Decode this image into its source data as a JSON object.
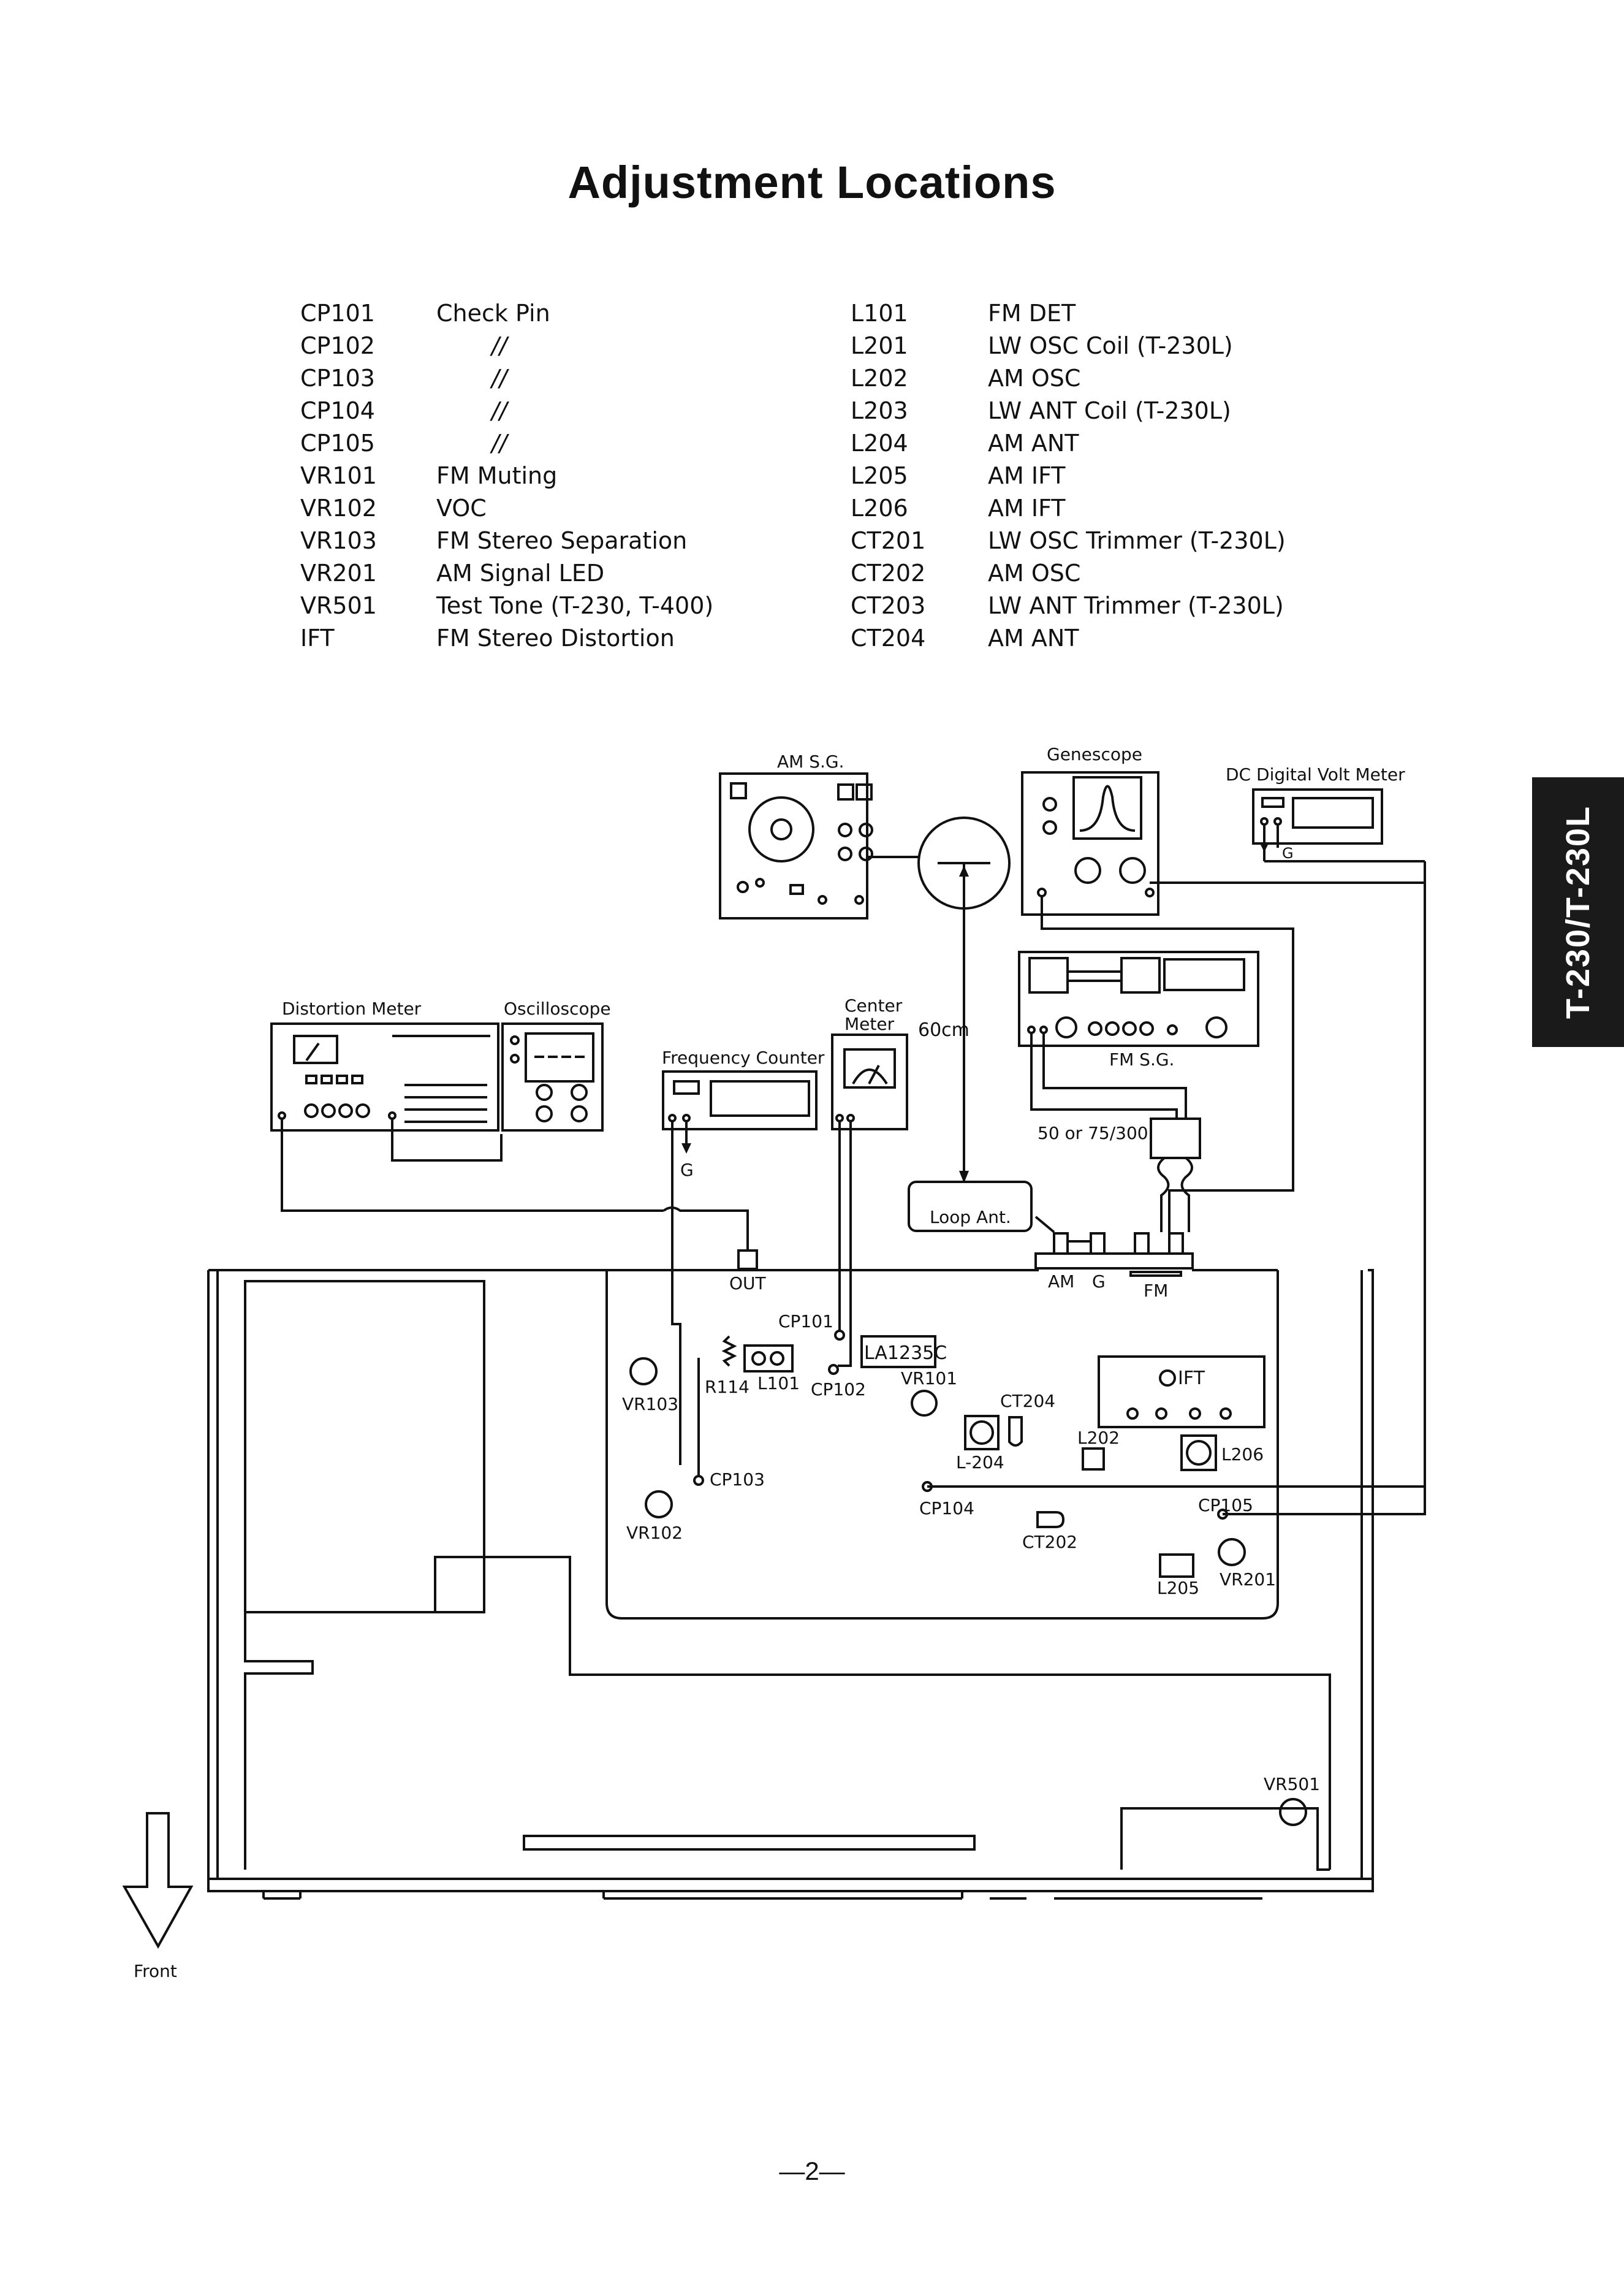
{
  "title": "Adjustment Locations",
  "left_table": [
    {
      "code": "CP101",
      "desc": "Check Pin"
    },
    {
      "code": "CP102",
      "desc": "//"
    },
    {
      "code": "CP103",
      "desc": "//"
    },
    {
      "code": "CP104",
      "desc": "//"
    },
    {
      "code": "CP105",
      "desc": "//"
    },
    {
      "code": "VR101",
      "desc": "FM Muting"
    },
    {
      "code": "VR102",
      "desc": "VOC"
    },
    {
      "code": "VR103",
      "desc": "FM Stereo Separation"
    },
    {
      "code": "VR201",
      "desc": "AM Signal LED"
    },
    {
      "code": "VR501",
      "desc": "Test Tone (T-230, T-400)"
    },
    {
      "code": "IFT",
      "desc": "FM Stereo Distortion"
    }
  ],
  "right_table": [
    {
      "code": "L101",
      "desc": "FM DET"
    },
    {
      "code": "L201",
      "desc": "LW OSC Coil (T-230L)"
    },
    {
      "code": "L202",
      "desc": "AM OSC"
    },
    {
      "code": "L203",
      "desc": "LW ANT Coil (T-230L)"
    },
    {
      "code": "L204",
      "desc": "AM ANT"
    },
    {
      "code": "L205",
      "desc": "AM IFT"
    },
    {
      "code": "L206",
      "desc": "AM IFT"
    },
    {
      "code": "CT201",
      "desc": "LW OSC Trimmer (T-230L)"
    },
    {
      "code": "CT202",
      "desc": "AM OSC"
    },
    {
      "code": "CT203",
      "desc": "LW ANT Trimmer (T-230L)"
    },
    {
      "code": "CT204",
      "desc": "AM ANT"
    }
  ],
  "side_tab": "T-230/T-230L",
  "page_number": "—2—",
  "diagram": {
    "am_sg": "AM S.G.",
    "genescope": "Genescope",
    "dc_volt_meter": "DC Digital Volt Meter",
    "ground_g": "G",
    "distortion_meter": "Distortion Meter",
    "oscilloscope": "Oscilloscope",
    "frequency_counter": "Frequency Counter",
    "center_meter_1": "Center",
    "center_meter_2": "Meter",
    "distance": "60cm",
    "fm_sg": "FM S.G.",
    "matching": "50 or 75/300",
    "loop_ant": "Loop Ant.",
    "terminal_am": "AM",
    "terminal_g": "G",
    "terminal_fm": "FM",
    "out": "OUT",
    "cp101": "CP101",
    "cp102": "CP102",
    "cp103": "CP103",
    "cp104": "CP104",
    "cp105": "CP105",
    "ic": "LA1235C",
    "r114": "R114",
    "l101": "L101",
    "vr101": "VR101",
    "vr102": "VR102",
    "vr103": "VR103",
    "vr201": "VR201",
    "vr501": "VR501",
    "ct202": "CT202",
    "ct204": "CT204",
    "l202": "L202",
    "l204": "L-204",
    "l205": "L205",
    "l206": "L206",
    "ift": "IFT",
    "front": "Front"
  }
}
